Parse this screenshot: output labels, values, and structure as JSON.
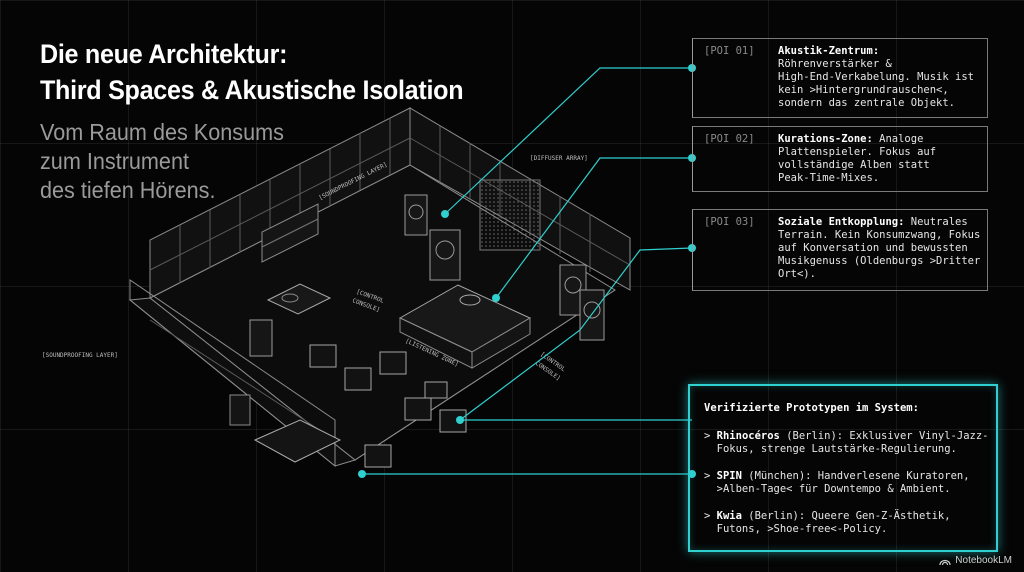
{
  "heading": {
    "title_line1": "Die neue Architektur:",
    "title_line2": "Third Spaces & Akustische Isolation",
    "subtitle_line1": "Vom Raum des Konsums",
    "subtitle_line2": "zum Instrument",
    "subtitle_line3": "des tiefen Hörens."
  },
  "labels": {
    "diffuser": "[DIFFUSER ARRAY]",
    "soundproofing_top": "[SOUNDPROOFING LAYER]",
    "soundproofing_left": "[SOUNDPROOFING LAYER]",
    "control_console_1a": "[CONTROL",
    "control_console_1b": "CONSOLE]",
    "listening_zone": "[LISTENING ZONE]",
    "control_console_2a": "[CONTROL",
    "control_console_2b": "CONSOLE]"
  },
  "poi": [
    {
      "tag": "[POI 01]",
      "title": "Akustik-Zentrum:",
      "lines": [
        "Röhrenverstärker &",
        "High-End-Verkabelung. Musik ist",
        "kein >Hintergrundrauschen<,",
        "sondern das zentrale Objekt."
      ]
    },
    {
      "tag": "[POI 02]",
      "title": "Kurations-Zone:",
      "title_rest": " Analoge",
      "lines": [
        "Plattenspieler. Fokus auf",
        "vollständige Alben statt",
        "Peak-Time-Mixes."
      ]
    },
    {
      "tag": "[POI 03]",
      "title": "Soziale Entkopplung:",
      "title_rest": " Neutrales",
      "lines": [
        "Terrain. Kein Konsumzwang, Fokus",
        "auf Konversation und bewussten",
        "Musikgenuss (Oldenburgs >Dritter",
        "Ort<)."
      ]
    }
  ],
  "prototypes": {
    "heading": "Verifizierte Prototypen im System:",
    "items": [
      {
        "bullet": "> ",
        "name": "Rhinocéros",
        "line1_rest": " (Berlin): Exklusiver Vinyl-Jazz-",
        "line2": "  Fokus, strenge Lautstärke-Regulierung."
      },
      {
        "bullet": "> ",
        "name": "SPIN",
        "line1_rest": " (München): Handverlesene Kuratoren,",
        "line2": "  >Alben-Tage< für Downtempo & Ambient."
      },
      {
        "bullet": "> ",
        "name": "Kwia",
        "line1_rest": " (Berlin): Queere Gen-Z-Ästhetik,",
        "line2": "  Futons, >Shoe-free<-Policy."
      }
    ]
  },
  "brand": {
    "name": "NotebookLM",
    "icon": "notebooklm-icon"
  },
  "colors": {
    "accent": "#2fd0cf",
    "background": "#050505",
    "line": "#8c8c8c"
  }
}
